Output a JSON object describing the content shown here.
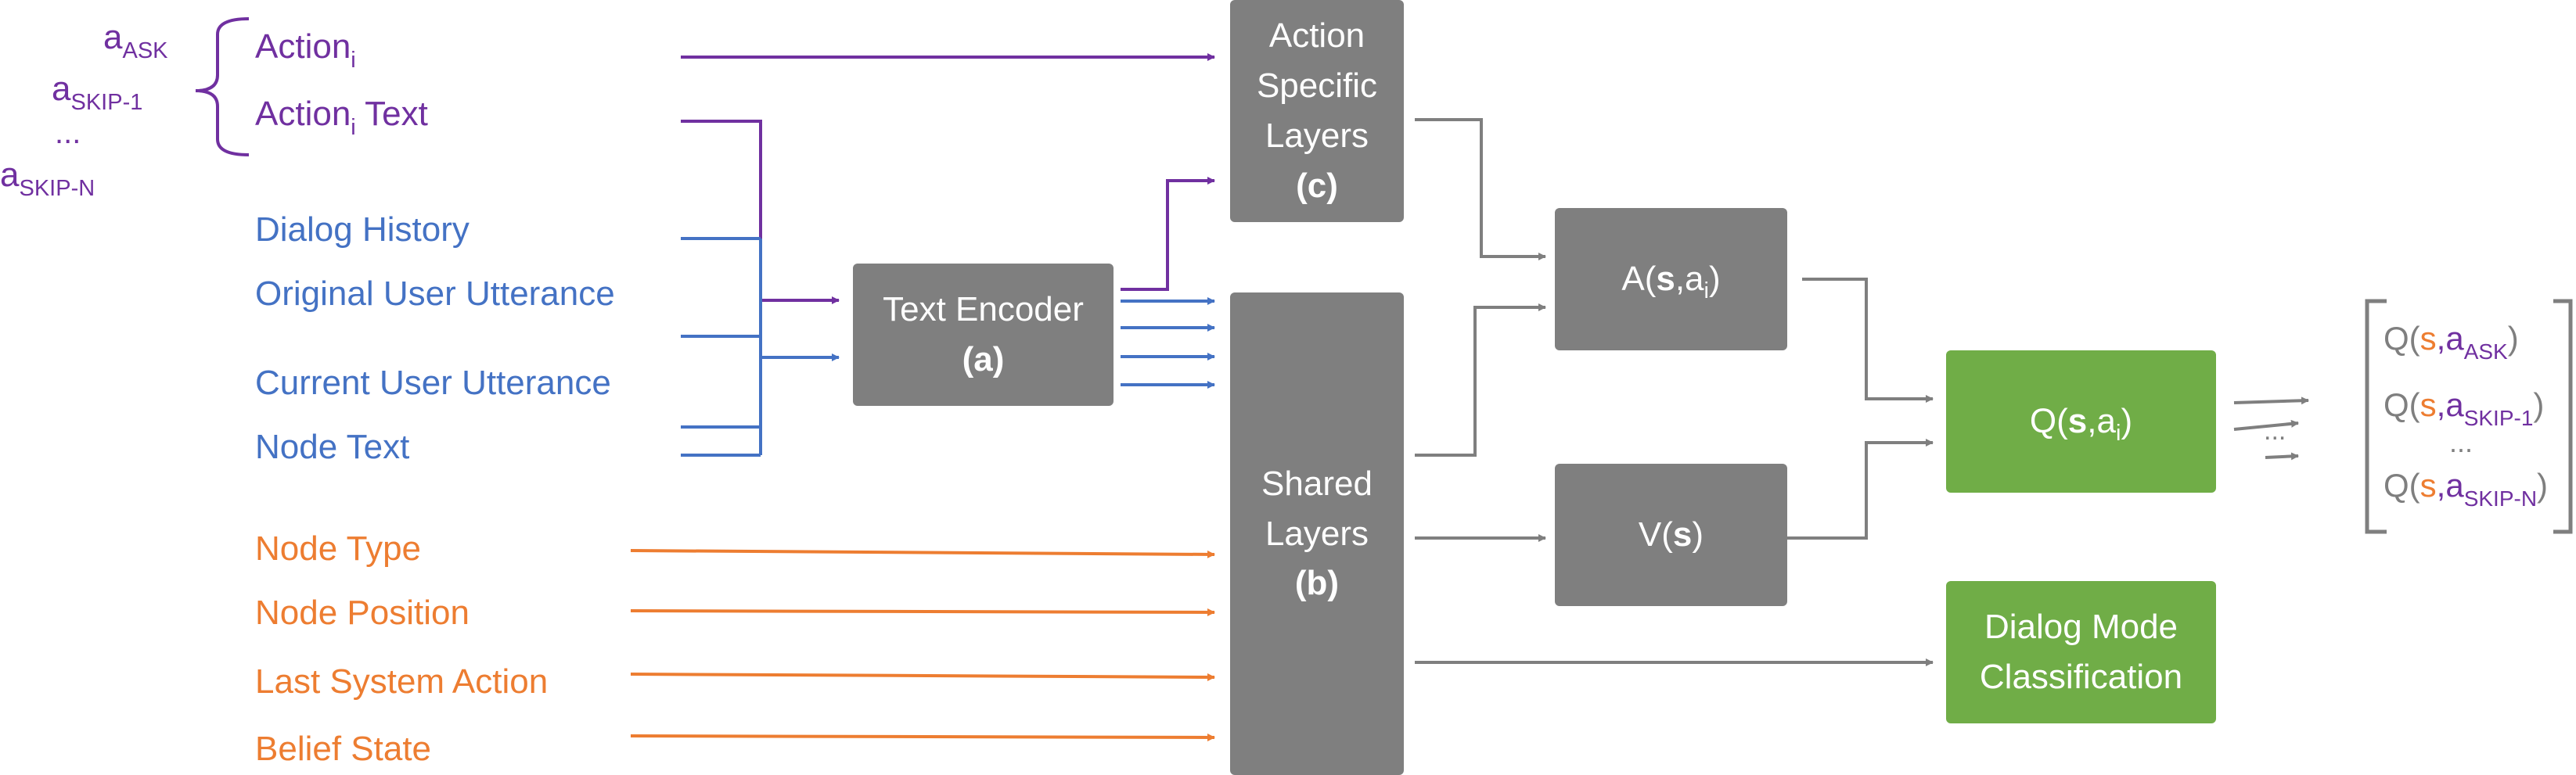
{
  "action_legend": {
    "a_ask": {
      "base": "a",
      "sub": "ASK"
    },
    "a_skip_1": {
      "base": "a",
      "sub": "SKIP-1"
    },
    "ellipsis": "...",
    "a_skip_n": {
      "base": "a",
      "sub": "SKIP-N"
    }
  },
  "inputs": {
    "action_i": {
      "base": "Action",
      "sub": "i"
    },
    "action_i_text": {
      "base": "Action",
      "sub": "i",
      "suffix": " Text"
    },
    "dialog_history": "Dialog History",
    "original_user_utterance": "Original User Utterance",
    "current_user_utterance": "Current User Utterance",
    "node_text": "Node Text",
    "node_type": "Node Type",
    "node_position": "Node Position",
    "last_system_action": "Last System Action",
    "belief_state": "Belief State"
  },
  "boxes": {
    "text_encoder": {
      "line1": "Text Encoder",
      "tag": "(a)"
    },
    "action_specific": {
      "line1": "Action",
      "line2": "Specific",
      "line3": "Layers",
      "tag": "(c)"
    },
    "shared_layers": {
      "line1": "Shared",
      "line2": "Layers",
      "tag": "(b)"
    },
    "advantage": {
      "prefix": "A(",
      "s": "s",
      "comma": ",a",
      "sub": "i",
      "close": ")"
    },
    "value": {
      "prefix": "V(",
      "s": "s",
      "close": ")"
    },
    "q_value": {
      "prefix": "Q(",
      "s": "s",
      "comma": ",a",
      "sub": "i",
      "close": ")"
    },
    "dialog_mode": {
      "line1": "Dialog Mode",
      "line2": "Classification"
    }
  },
  "q_outputs": {
    "items": [
      {
        "prefix": "Q(",
        "s": "s",
        "a": ",a",
        "sub": "ASK",
        "close": ")"
      },
      {
        "prefix": "Q(",
        "s": "s",
        "a": ",a",
        "sub": "SKIP-1",
        "close": ")"
      },
      {
        "prefix": "Q(",
        "s": "s",
        "a": ",a",
        "sub": "SKIP-N",
        "close": ")"
      }
    ],
    "ellipsis": "...",
    "arrow_ellipsis": "..."
  },
  "colors": {
    "purple": "#7030a0",
    "blue": "#4472c4",
    "orange": "#ed7d31",
    "gray": "#7f7f7f",
    "box_dark": "#7f7f7f",
    "box_green": "#70ad47"
  }
}
